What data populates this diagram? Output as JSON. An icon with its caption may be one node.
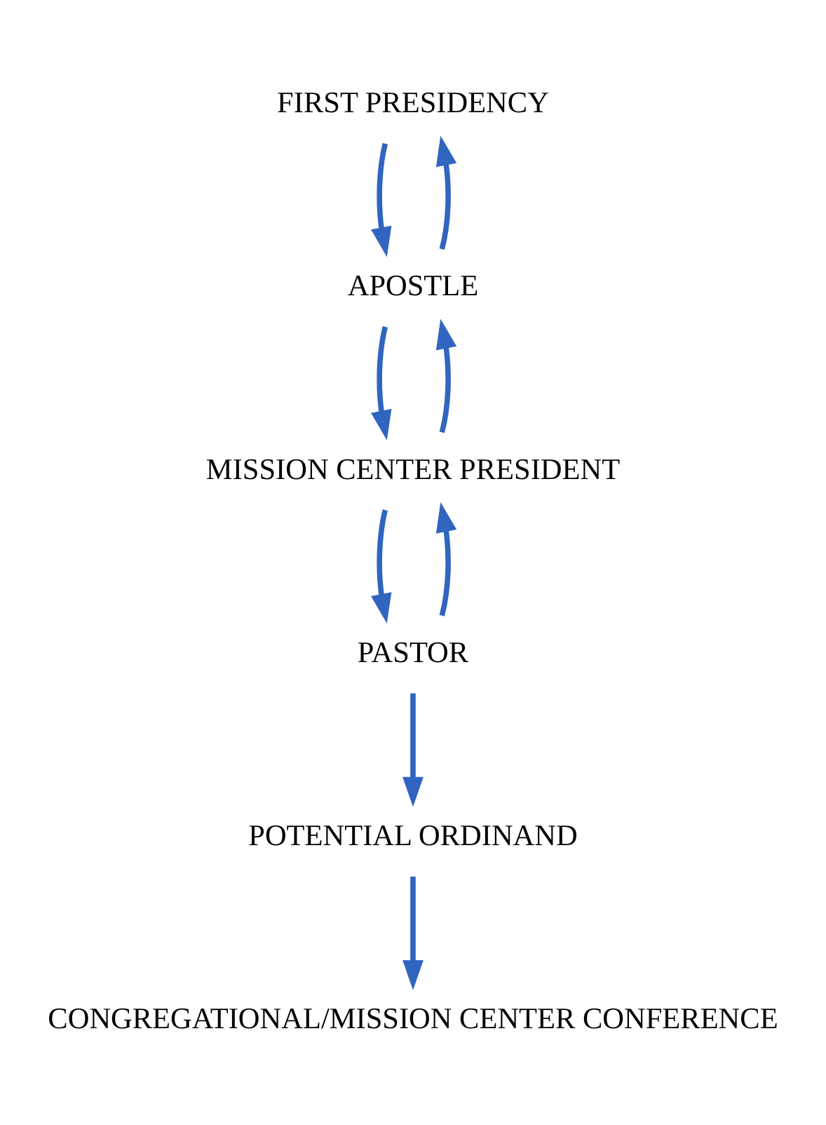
{
  "diagram": {
    "nodes": [
      {
        "text": [
          "FIRST PRESIDENCY"
        ]
      },
      {
        "text": [
          "APOSTLE"
        ]
      },
      {
        "text": [
          "MISSION CENTER PRESIDENT"
        ]
      },
      {
        "text": [
          "PASTOR"
        ]
      },
      {
        "text": [
          "POTENTIAL ORDINAND"
        ]
      },
      {
        "text": [
          "CONGREGATIONAL/MISSION CENTER CONFERENCE"
        ]
      }
    ],
    "edges": [
      {
        "from": 0,
        "to": 1,
        "arrow": "to"
      },
      {
        "from": 1,
        "to": 0,
        "arrow": "to"
      },
      {
        "from": 1,
        "to": 2,
        "arrow": "to"
      },
      {
        "from": 2,
        "to": 1,
        "arrow": "to"
      },
      {
        "from": 2,
        "to": 3,
        "arrow": "to"
      },
      {
        "from": 3,
        "to": 2,
        "arrow": "to"
      },
      {
        "from": 3,
        "to": 4,
        "arrow": "to"
      },
      {
        "from": 4,
        "to": 5,
        "arrow": "to"
      }
    ]
  }
}
